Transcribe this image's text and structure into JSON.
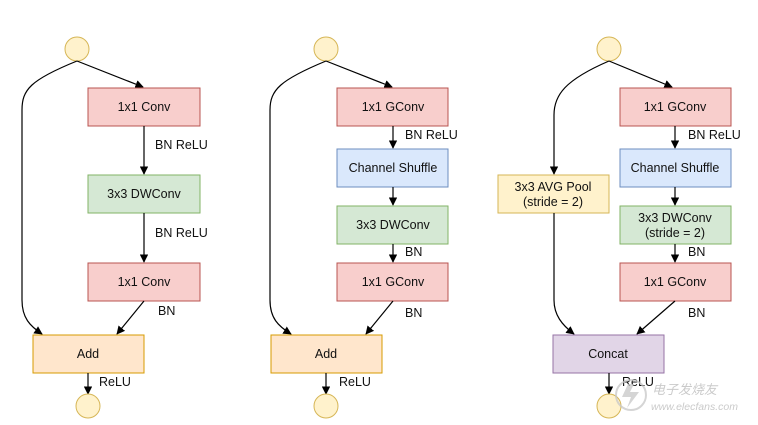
{
  "colors": {
    "conv_fill": "#f8cecc",
    "conv_stroke": "#b85450",
    "dw_fill": "#d5e8d4",
    "dw_stroke": "#82b366",
    "shuffle_fill": "#dae8fc",
    "shuffle_stroke": "#6c8ebf",
    "add_fill": "#ffe6cc",
    "add_stroke": "#d79b00",
    "pool_fill": "#fff2cc",
    "pool_stroke": "#d6b656",
    "concat_fill": "#e1d5e7",
    "concat_stroke": "#9673a6",
    "node_fill": "#fff2cc",
    "node_stroke": "#d6b656",
    "line": "#000000"
  },
  "units": [
    {
      "blocks": [
        {
          "label": [
            "1x1 Conv"
          ]
        },
        {
          "label": [
            "3x3 DWConv"
          ]
        },
        {
          "label": [
            "1x1 Conv"
          ]
        },
        {
          "label": [
            "Add"
          ]
        }
      ],
      "edge_labels": [
        "BN ReLU",
        "BN ReLU",
        "BN",
        "ReLU"
      ]
    },
    {
      "blocks": [
        {
          "label": [
            "1x1 GConv"
          ]
        },
        {
          "label": [
            "Channel Shuffle"
          ]
        },
        {
          "label": [
            "3x3 DWConv"
          ]
        },
        {
          "label": [
            "1x1 GConv"
          ]
        },
        {
          "label": [
            "Add"
          ]
        }
      ],
      "edge_labels": [
        "BN ReLU",
        "BN",
        "BN",
        "ReLU"
      ]
    },
    {
      "blocks": [
        {
          "label": [
            "1x1 GConv"
          ]
        },
        {
          "label": [
            "Channel Shuffle"
          ]
        },
        {
          "label": [
            "3x3 DWConv",
            "(stride = 2)"
          ]
        },
        {
          "label": [
            "1x1 GConv"
          ]
        },
        {
          "label": [
            "3x3 AVG Pool",
            "(stride = 2)"
          ]
        },
        {
          "label": [
            "Concat"
          ]
        }
      ],
      "edge_labels": [
        "BN ReLU",
        "BN",
        "BN",
        "ReLU"
      ]
    }
  ],
  "watermark": {
    "text": "电子发烧友",
    "url": "www.elecfans.com"
  }
}
